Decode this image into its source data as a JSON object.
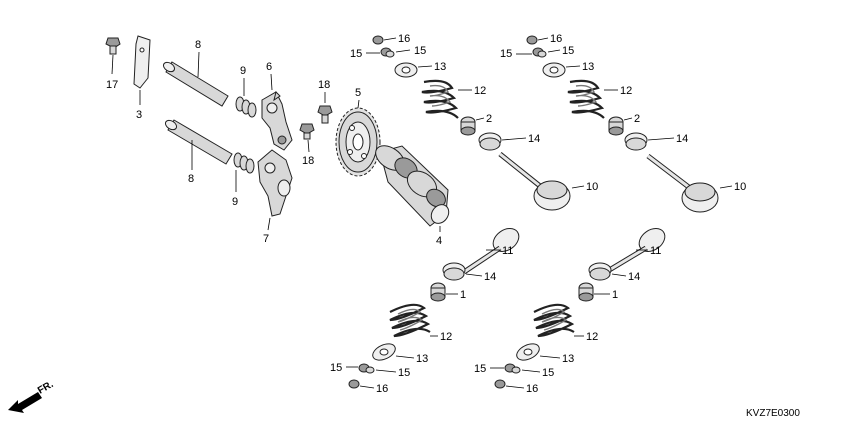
{
  "diagram": {
    "code": "KVZ7E0300",
    "direction_label": "FR.",
    "callouts": {
      "c1": "1",
      "c1b": "1",
      "c2": "2",
      "c2b": "2",
      "c3": "3",
      "c4": "4",
      "c5": "5",
      "c6": "6",
      "c7": "7",
      "c8a": "8",
      "c8b": "8",
      "c9a": "9",
      "c9b": "9",
      "c10a": "10",
      "c10b": "10",
      "c11a": "11",
      "c11b": "11",
      "c12a": "12",
      "c12b": "12",
      "c12c": "12",
      "c12d": "12",
      "c13a": "13",
      "c13b": "13",
      "c13c": "13",
      "c13d": "13",
      "c14a": "14",
      "c14b": "14",
      "c14c": "14",
      "c14d": "14",
      "c15a": "15",
      "c15b": "15",
      "c15c": "15",
      "c15d": "15",
      "c15e": "15",
      "c15f": "15",
      "c15g": "15",
      "c15h": "15",
      "c16a": "16",
      "c16b": "16",
      "c16c": "16",
      "c16d": "16",
      "c17": "17",
      "c18a": "18",
      "c18b": "18"
    }
  }
}
